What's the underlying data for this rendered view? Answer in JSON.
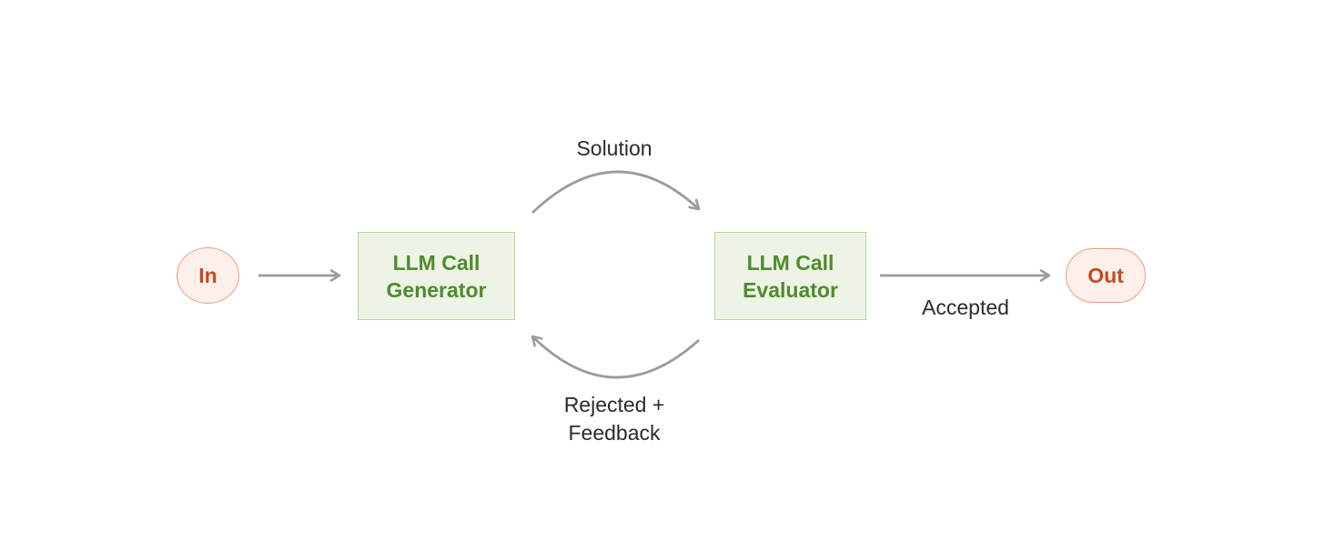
{
  "diagram": {
    "nodes": {
      "input": {
        "label": "In"
      },
      "generator": {
        "label": "LLM Call\nGenerator"
      },
      "evaluator": {
        "label": "LLM Call\nEvaluator"
      },
      "output": {
        "label": "Out"
      }
    },
    "edges": {
      "generator_to_evaluator": {
        "label": "Solution"
      },
      "evaluator_to_generator": {
        "label": "Rejected +\nFeedback"
      },
      "evaluator_to_output": {
        "label": "Accepted"
      }
    },
    "colors": {
      "llm_box_fill": "#edf4e5",
      "llm_box_border": "#b5d79c",
      "llm_box_text": "#4e8b2d",
      "terminal_fill": "#fdf0ea",
      "terminal_border": "#eb9d81",
      "terminal_text": "#c14c21",
      "arrow": "#9c9c98",
      "edge_label_text": "#2b2b26"
    }
  }
}
